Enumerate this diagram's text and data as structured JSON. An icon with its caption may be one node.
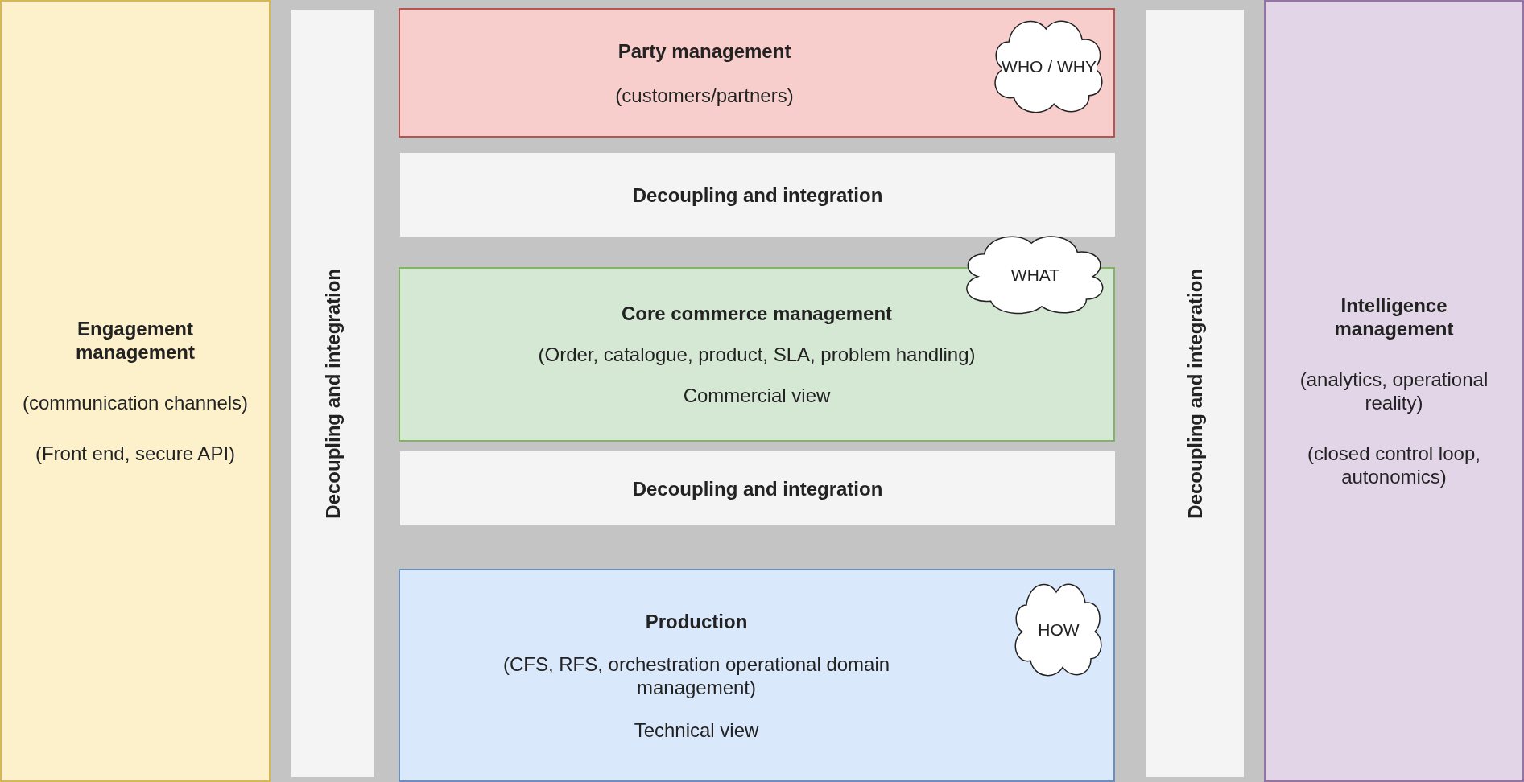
{
  "diagram": {
    "nodes": [
      {
        "text": [
          "Engagement management",
          "(communication channels)",
          "(Front end, secure API)"
        ]
      },
      {
        "text": [
          "Decoupling and integration"
        ]
      },
      {
        "text": [
          "Party management",
          "(customers/partners)"
        ]
      },
      {
        "text": [
          "WHO / WHY"
        ],
        "in": 2
      },
      {
        "text": [
          "Decoupling and integration"
        ]
      },
      {
        "text": [
          "WHAT"
        ]
      },
      {
        "text": [
          "Core commerce management",
          "(Order, catalogue, product, SLA, problem handling)",
          "Commercial view"
        ]
      },
      {
        "text": [
          "Decoupling and integration"
        ]
      },
      {
        "text": [
          "Production",
          "(CFS, RFS, orchestration operational domain management)",
          "Technical view"
        ]
      },
      {
        "text": [
          "HOW"
        ],
        "in": 8
      },
      {
        "text": [
          "Decoupling and integration"
        ]
      },
      {
        "text": [
          "Intelligence management",
          "(analytics, operational reality)",
          "(closed control loop, autonomics)"
        ]
      }
    ]
  }
}
